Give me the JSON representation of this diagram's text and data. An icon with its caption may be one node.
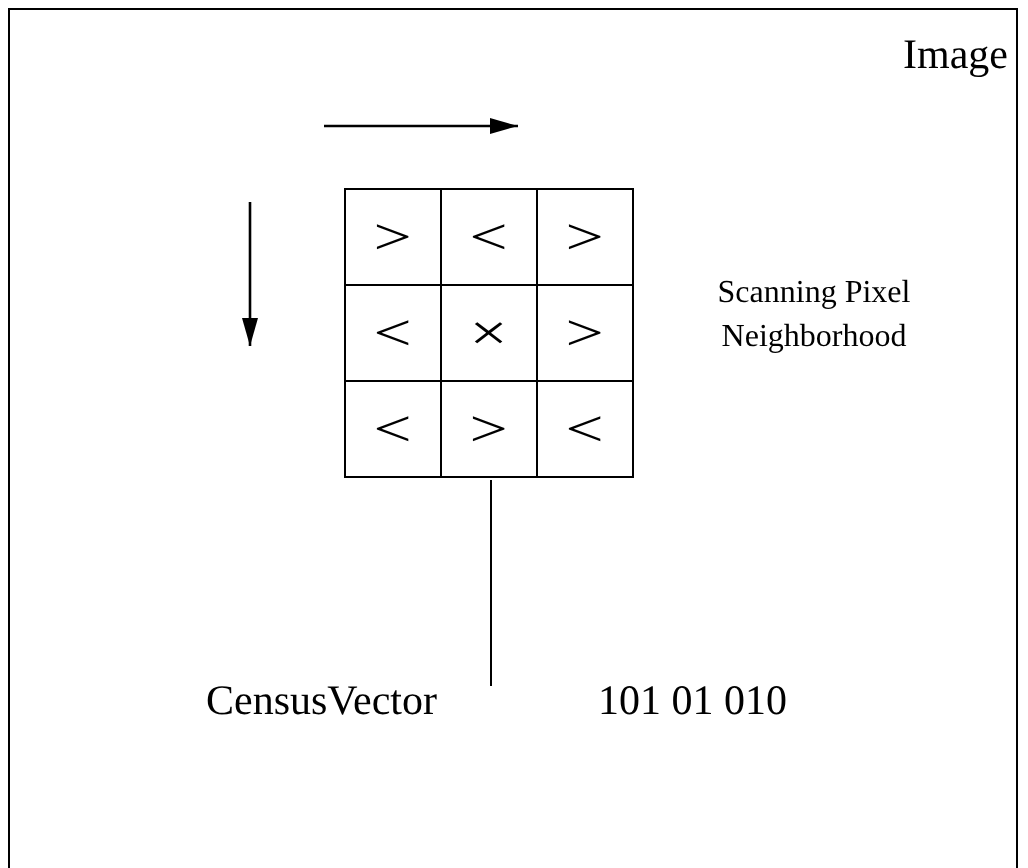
{
  "diagram": {
    "nodes": [
      {
        "text": [
          "Image"
        ]
      },
      {
        "text": [
          ">",
          "<",
          ">",
          "<",
          "×",
          ">",
          "<",
          ">",
          "<"
        ],
        "in": 0,
        "beside": [
          "Scanning Pixel Neighborhood"
        ]
      },
      {
        "text": [
          "CensusVector"
        ],
        "in": 0
      }
    ],
    "edges": [
      {
        "from": 1,
        "to": 2,
        "arrow": "none"
      }
    ],
    "labels": [
      "101 01 010"
    ]
  }
}
